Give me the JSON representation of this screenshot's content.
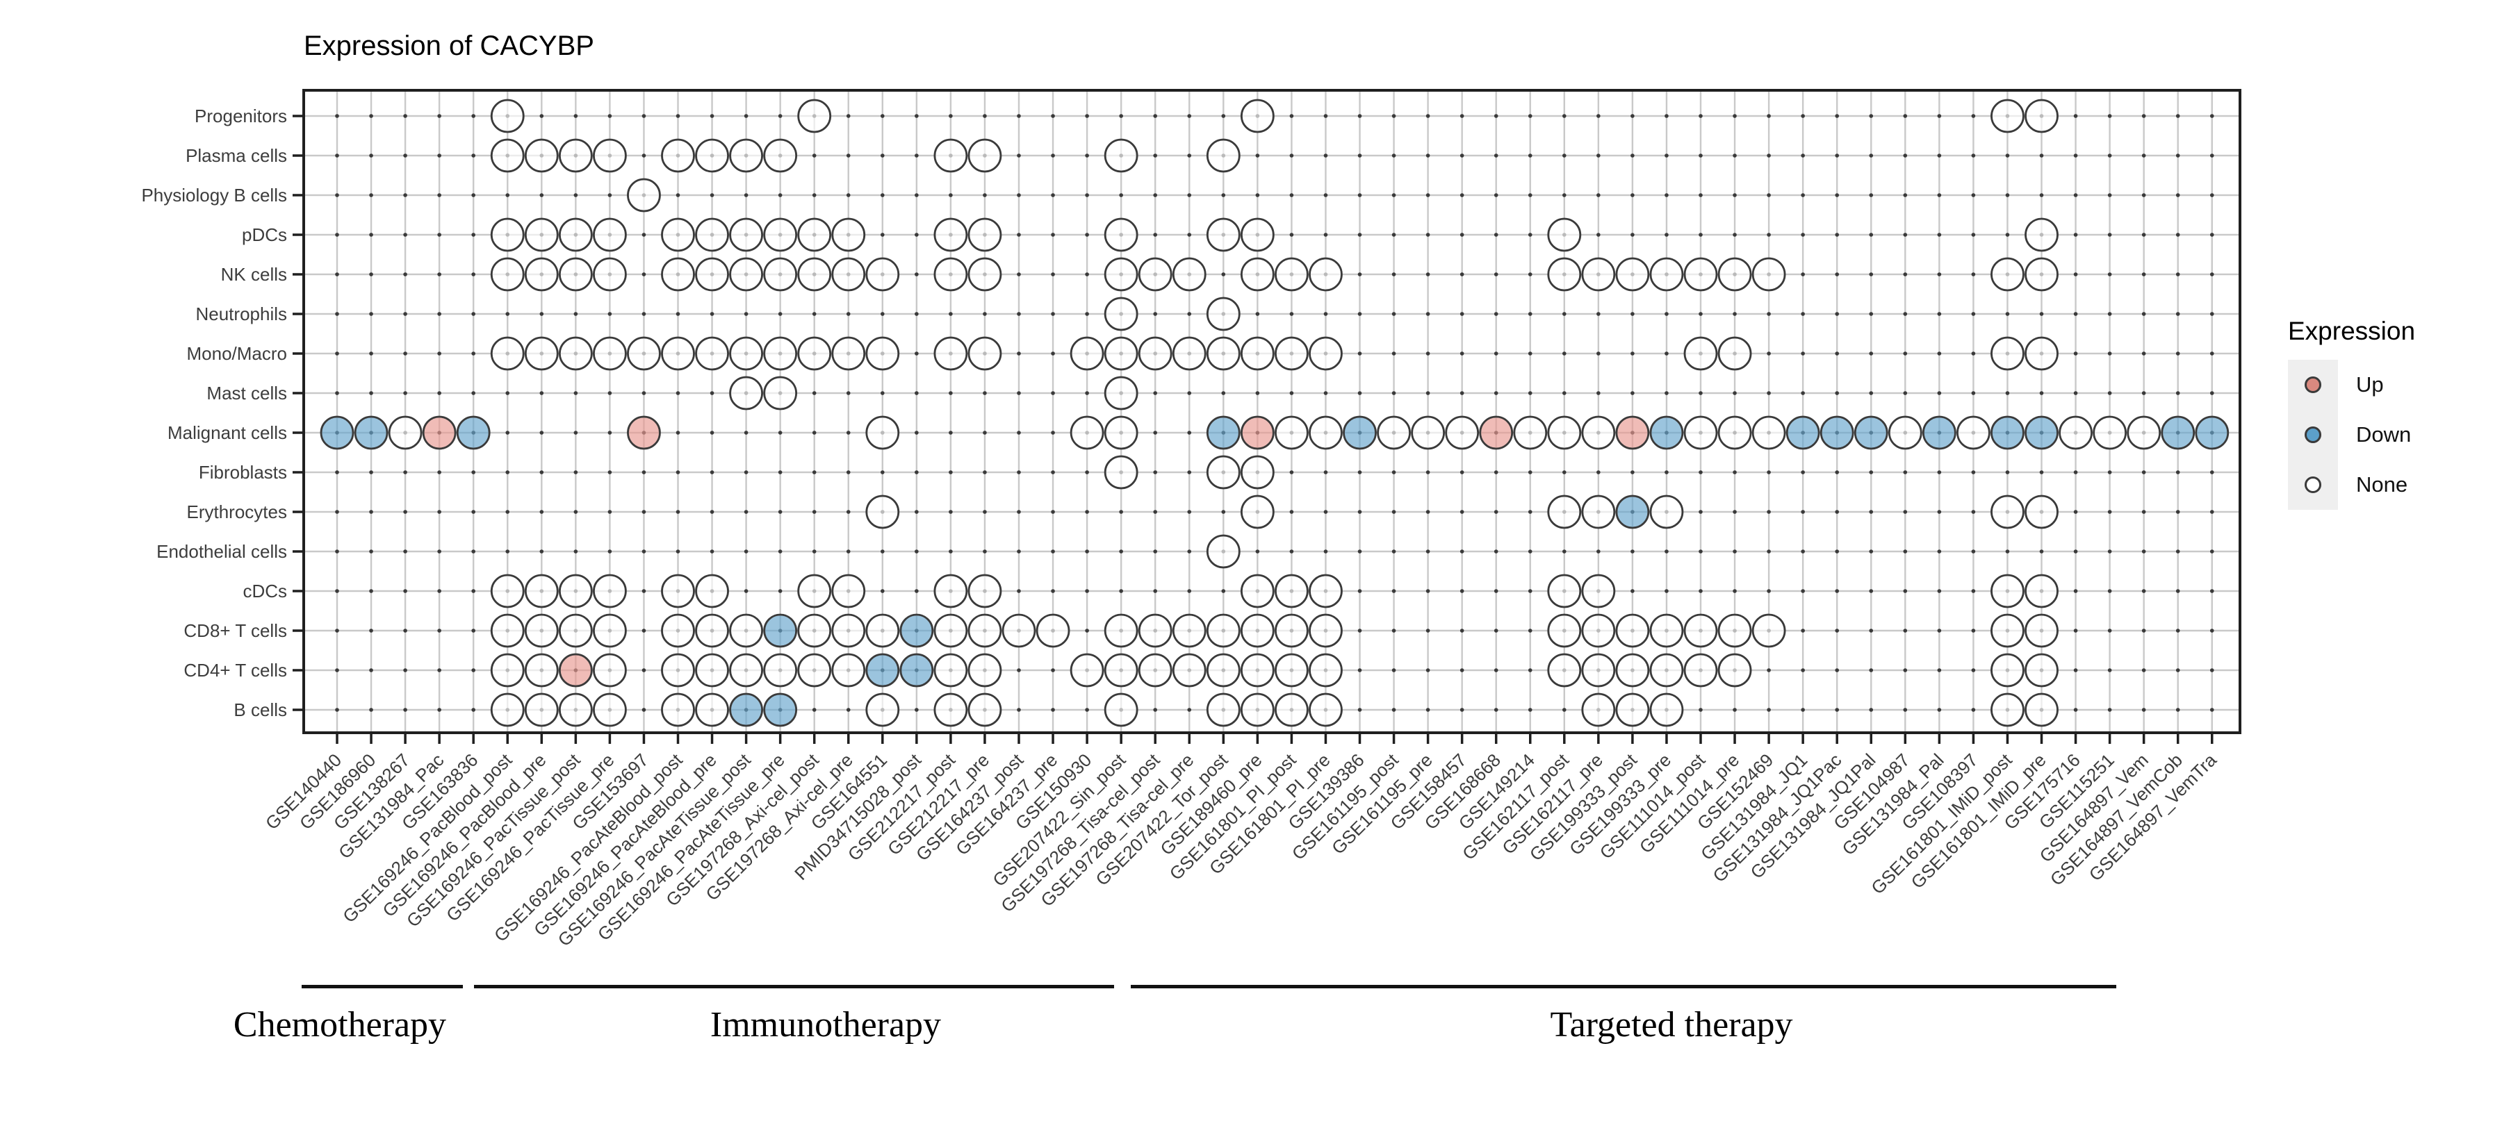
{
  "title": "Expression of CACYBP",
  "legend": {
    "title": "Expression",
    "items": [
      {
        "label": "Up",
        "key": "u",
        "color": "#D9897F"
      },
      {
        "label": "Down",
        "key": "d",
        "color": "#5C9FC9"
      },
      {
        "label": "None",
        "key": "o",
        "color": "#FFFFFF"
      }
    ]
  },
  "groups": [
    {
      "label": "Chemotherapy"
    },
    {
      "label": "Immunotherapy"
    },
    {
      "label": "Targeted therapy"
    }
  ],
  "chart_data": {
    "type": "scatter",
    "subtype": "categorical-dot-matrix",
    "title": "Expression of CACYBP",
    "xlabel": "",
    "ylabel": "",
    "grid": true,
    "legend_position": "right",
    "x_categories": [
      "GSE140440",
      "GSE186960",
      "GSE138267",
      "GSE131984_Pac",
      "GSE163836",
      "GSE169246_PacBlood_post",
      "GSE169246_PacBlood_pre",
      "GSE169246_PacTissue_post",
      "GSE169246_PacTissue_pre",
      "GSE153697",
      "GSE169246_PacAteBlood_post",
      "GSE169246_PacAteBlood_pre",
      "GSE169246_PacAteTissue_post",
      "GSE169246_PacAteTissue_pre",
      "GSE197268_Axi-cel_post",
      "GSE197268_Axi-cel_pre",
      "GSE164551",
      "PMID34715028_post",
      "GSE212217_post",
      "GSE212217_pre",
      "GSE164237_post",
      "GSE164237_pre",
      "GSE150930",
      "GSE207422_Sin_post",
      "GSE197268_Tisa-cel_post",
      "GSE197268_Tisa-cel_pre",
      "GSE207422_Tor_post",
      "GSE189460_pre",
      "GSE161801_PI_post",
      "GSE161801_PI_pre",
      "GSE139386",
      "GSE161195_post",
      "GSE161195_pre",
      "GSE158457",
      "GSE168668",
      "GSE149214",
      "GSE162117_post",
      "GSE162117_pre",
      "GSE199333_post",
      "GSE199333_pre",
      "GSE111014_post",
      "GSE111014_pre",
      "GSE152469",
      "GSE131984_JQ1",
      "GSE131984_JQ1Pac",
      "GSE131984_JQ1Pal",
      "GSE104987",
      "GSE131984_Pal",
      "GSE108397",
      "GSE161801_IMiD_post",
      "GSE161801_IMiD_pre",
      "GSE175716",
      "GSE115251",
      "GSE164897_Vem",
      "GSE164897_VemCob",
      "GSE164897_VemTra"
    ],
    "y_categories": [
      "Progenitors",
      "Plasma cells",
      "Physiology B cells",
      "pDCs",
      "NK cells",
      "Neutrophils",
      "Mono/Macro",
      "Mast cells",
      "Malignant cells",
      "Fibroblasts",
      "Erythrocytes",
      "Endothelial cells",
      "cDCs",
      "CD8+ T cells",
      "CD4+ T cells",
      "B cells"
    ],
    "cell_codes": {
      "u": "Up",
      "d": "Down",
      "o": "None",
      ".": "no circle"
    },
    "matrix": [
      ".....o........o............o.....................oo.....",
      ".....oooo.oooo....oo...o..o.............................",
      ".........o..............................................",
      ".....oooo.oooooo..oo...o..oo........o.............o.....",
      ".....oooo.ooooooo.oo...ooo.ooo......ooooooo......oo.....",
      ".......................o..o.............................",
      ".....oooooooooooo.oo..oooooooo..........oo.......oo.....",
      "............oo.........o................................",
      "ddoud....u......o.....oo..duoodooouoooudooodddododdooodd",
      ".......................o..oo............................",
      "................o..........o........oodo.........oo.....",
      "..........................o.............................",
      ".....oooo.oo..oo..oo.......ooo......oo...........oo.....",
      ".....oooo.ooodooodoooo.ooooooo......ooooooo......oo.....",
      ".....oouo.ooooooddoo..oooooooo......oooooo.......oo.....",
      ".....oooo.oodd..o.oo...o..oooo.......ooo.........oo....."
    ],
    "group_column_ranges": [
      {
        "label": "Chemotherapy",
        "first_col": 1,
        "last_col": 5
      },
      {
        "label": "Immunotherapy",
        "first_col": 6,
        "last_col": 23
      },
      {
        "label": "Targeted therapy",
        "first_col": 24,
        "last_col": 53
      }
    ],
    "colors": {
      "up_fill": "#E89890",
      "down_fill": "#65A4CD",
      "none_fill": "#FFFFFF",
      "circle_outline": "#3A3A3A",
      "grid_line": "#C9C9C9",
      "grid_dot": "#3A3A3A",
      "panel_border": "#1F1F1F",
      "axis_text": "#3D3D3D",
      "legend_up": "#D9897F",
      "legend_down": "#5C9FC9",
      "legend_none": "#FFFFFF",
      "legend_key_bg": "#EFEFEF"
    }
  }
}
